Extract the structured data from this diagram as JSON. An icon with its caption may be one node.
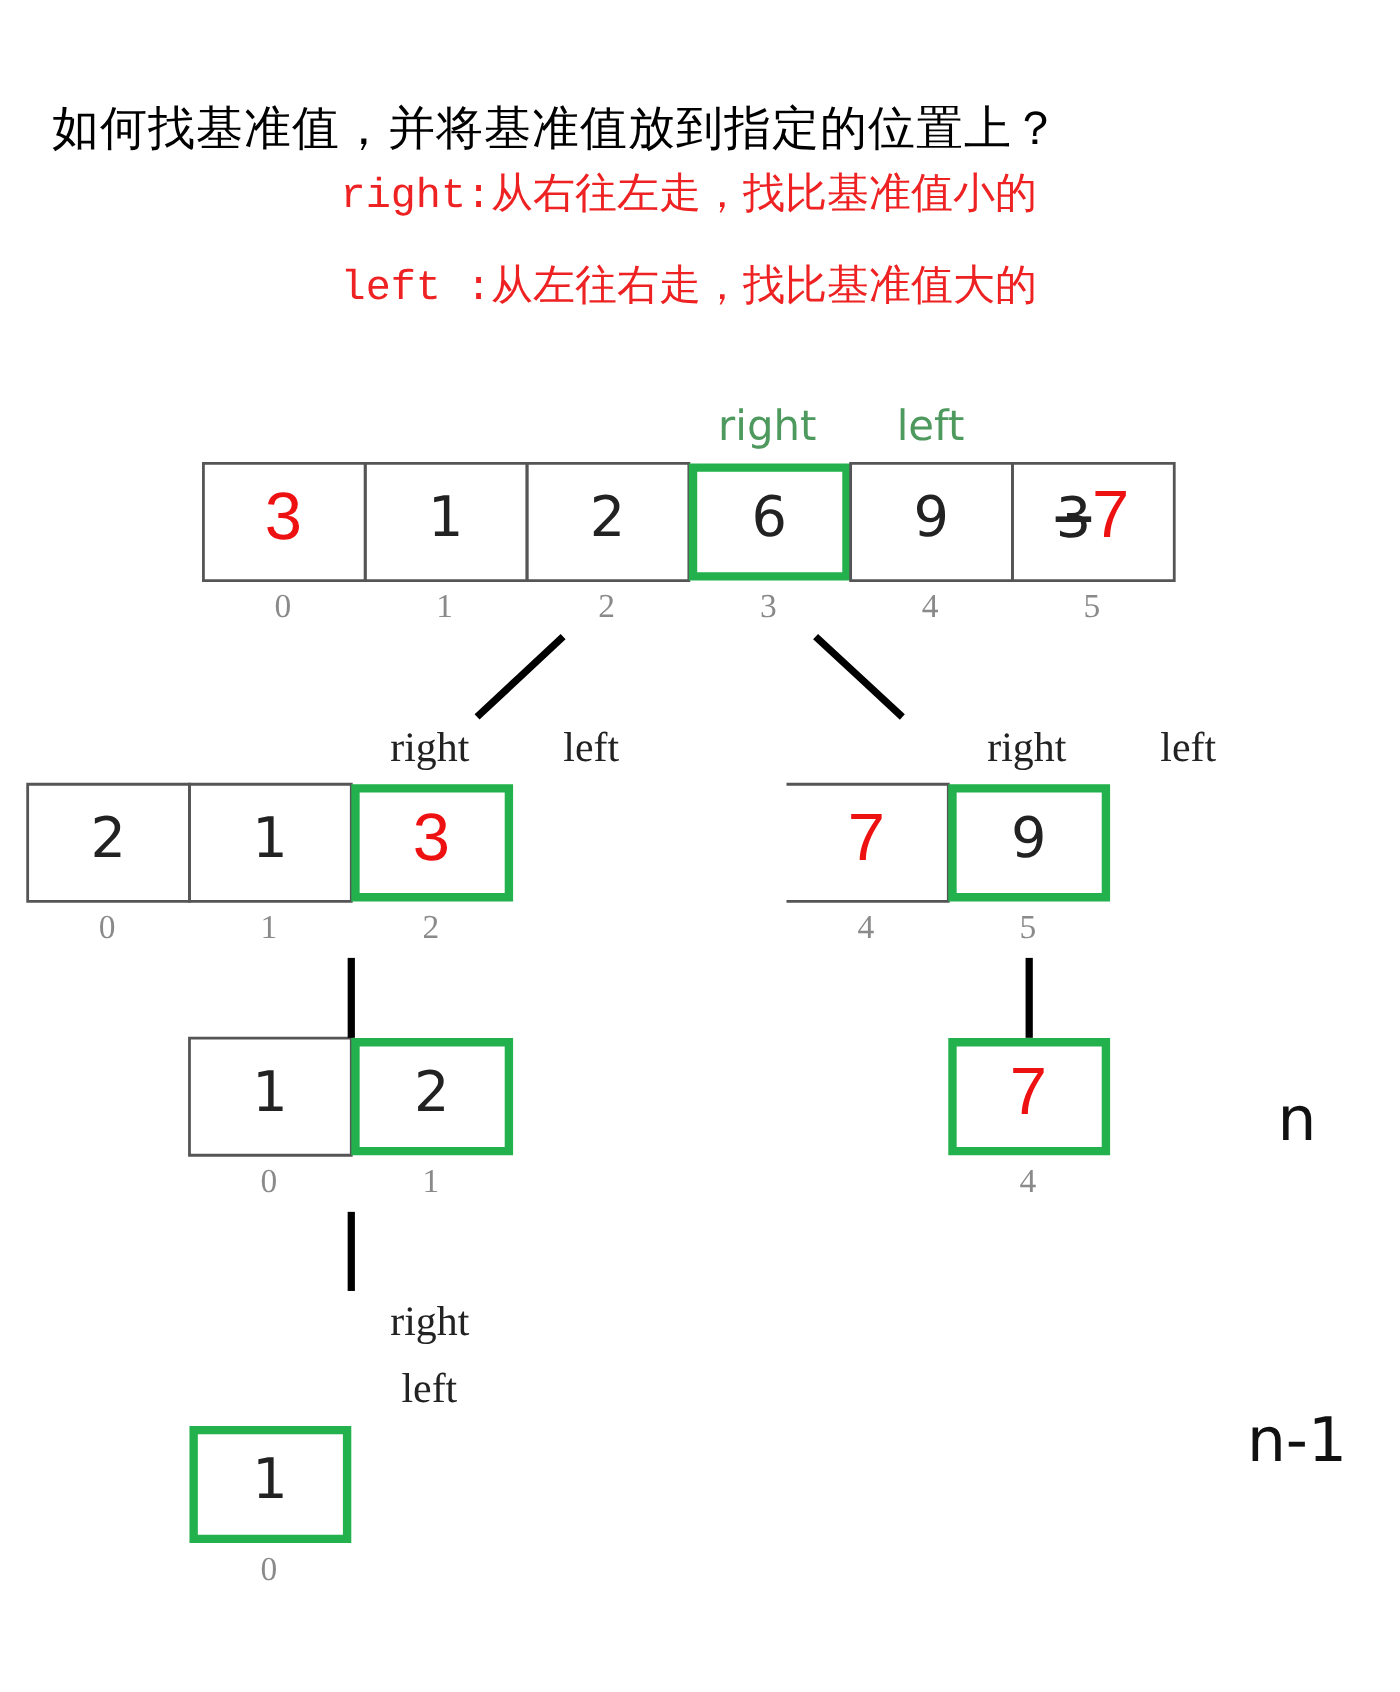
{
  "diagram": {
    "title": "如何找基准值，并将基准值放到指定的位置上？",
    "nodes": [
      {
        "text": [
          "3",
          "1",
          "2",
          "6",
          "9",
          "3",
          "7"
        ],
        "beside": [
          "right",
          "left",
          "0",
          "1",
          "2",
          "3",
          "4",
          "5"
        ]
      },
      {
        "text": [
          "2",
          "1",
          "3"
        ],
        "beside": [
          "right",
          "left",
          "0",
          "1",
          "2"
        ]
      },
      {
        "text": [
          "7",
          "9"
        ],
        "beside": [
          "right",
          "left",
          "4",
          "5"
        ]
      },
      {
        "text": [
          "1",
          "2"
        ],
        "beside": [
          "0",
          "1"
        ]
      },
      {
        "text": [
          "7"
        ],
        "beside": [
          "4"
        ]
      },
      {
        "text": [
          "1"
        ],
        "beside": [
          "right",
          "left",
          "0"
        ]
      }
    ],
    "edges": [
      {
        "from": 0,
        "to": 1,
        "arrow": "none"
      },
      {
        "from": 0,
        "to": 2,
        "arrow": "none"
      },
      {
        "from": 1,
        "to": 3,
        "arrow": "none"
      },
      {
        "from": 2,
        "to": 4,
        "arrow": "none"
      },
      {
        "from": 3,
        "to": 5,
        "arrow": "none"
      }
    ],
    "labels": [
      "right:从右往左走，找比基准值小的",
      "left :从左往右走，找比基准值大的",
      "n",
      "n-1"
    ]
  }
}
